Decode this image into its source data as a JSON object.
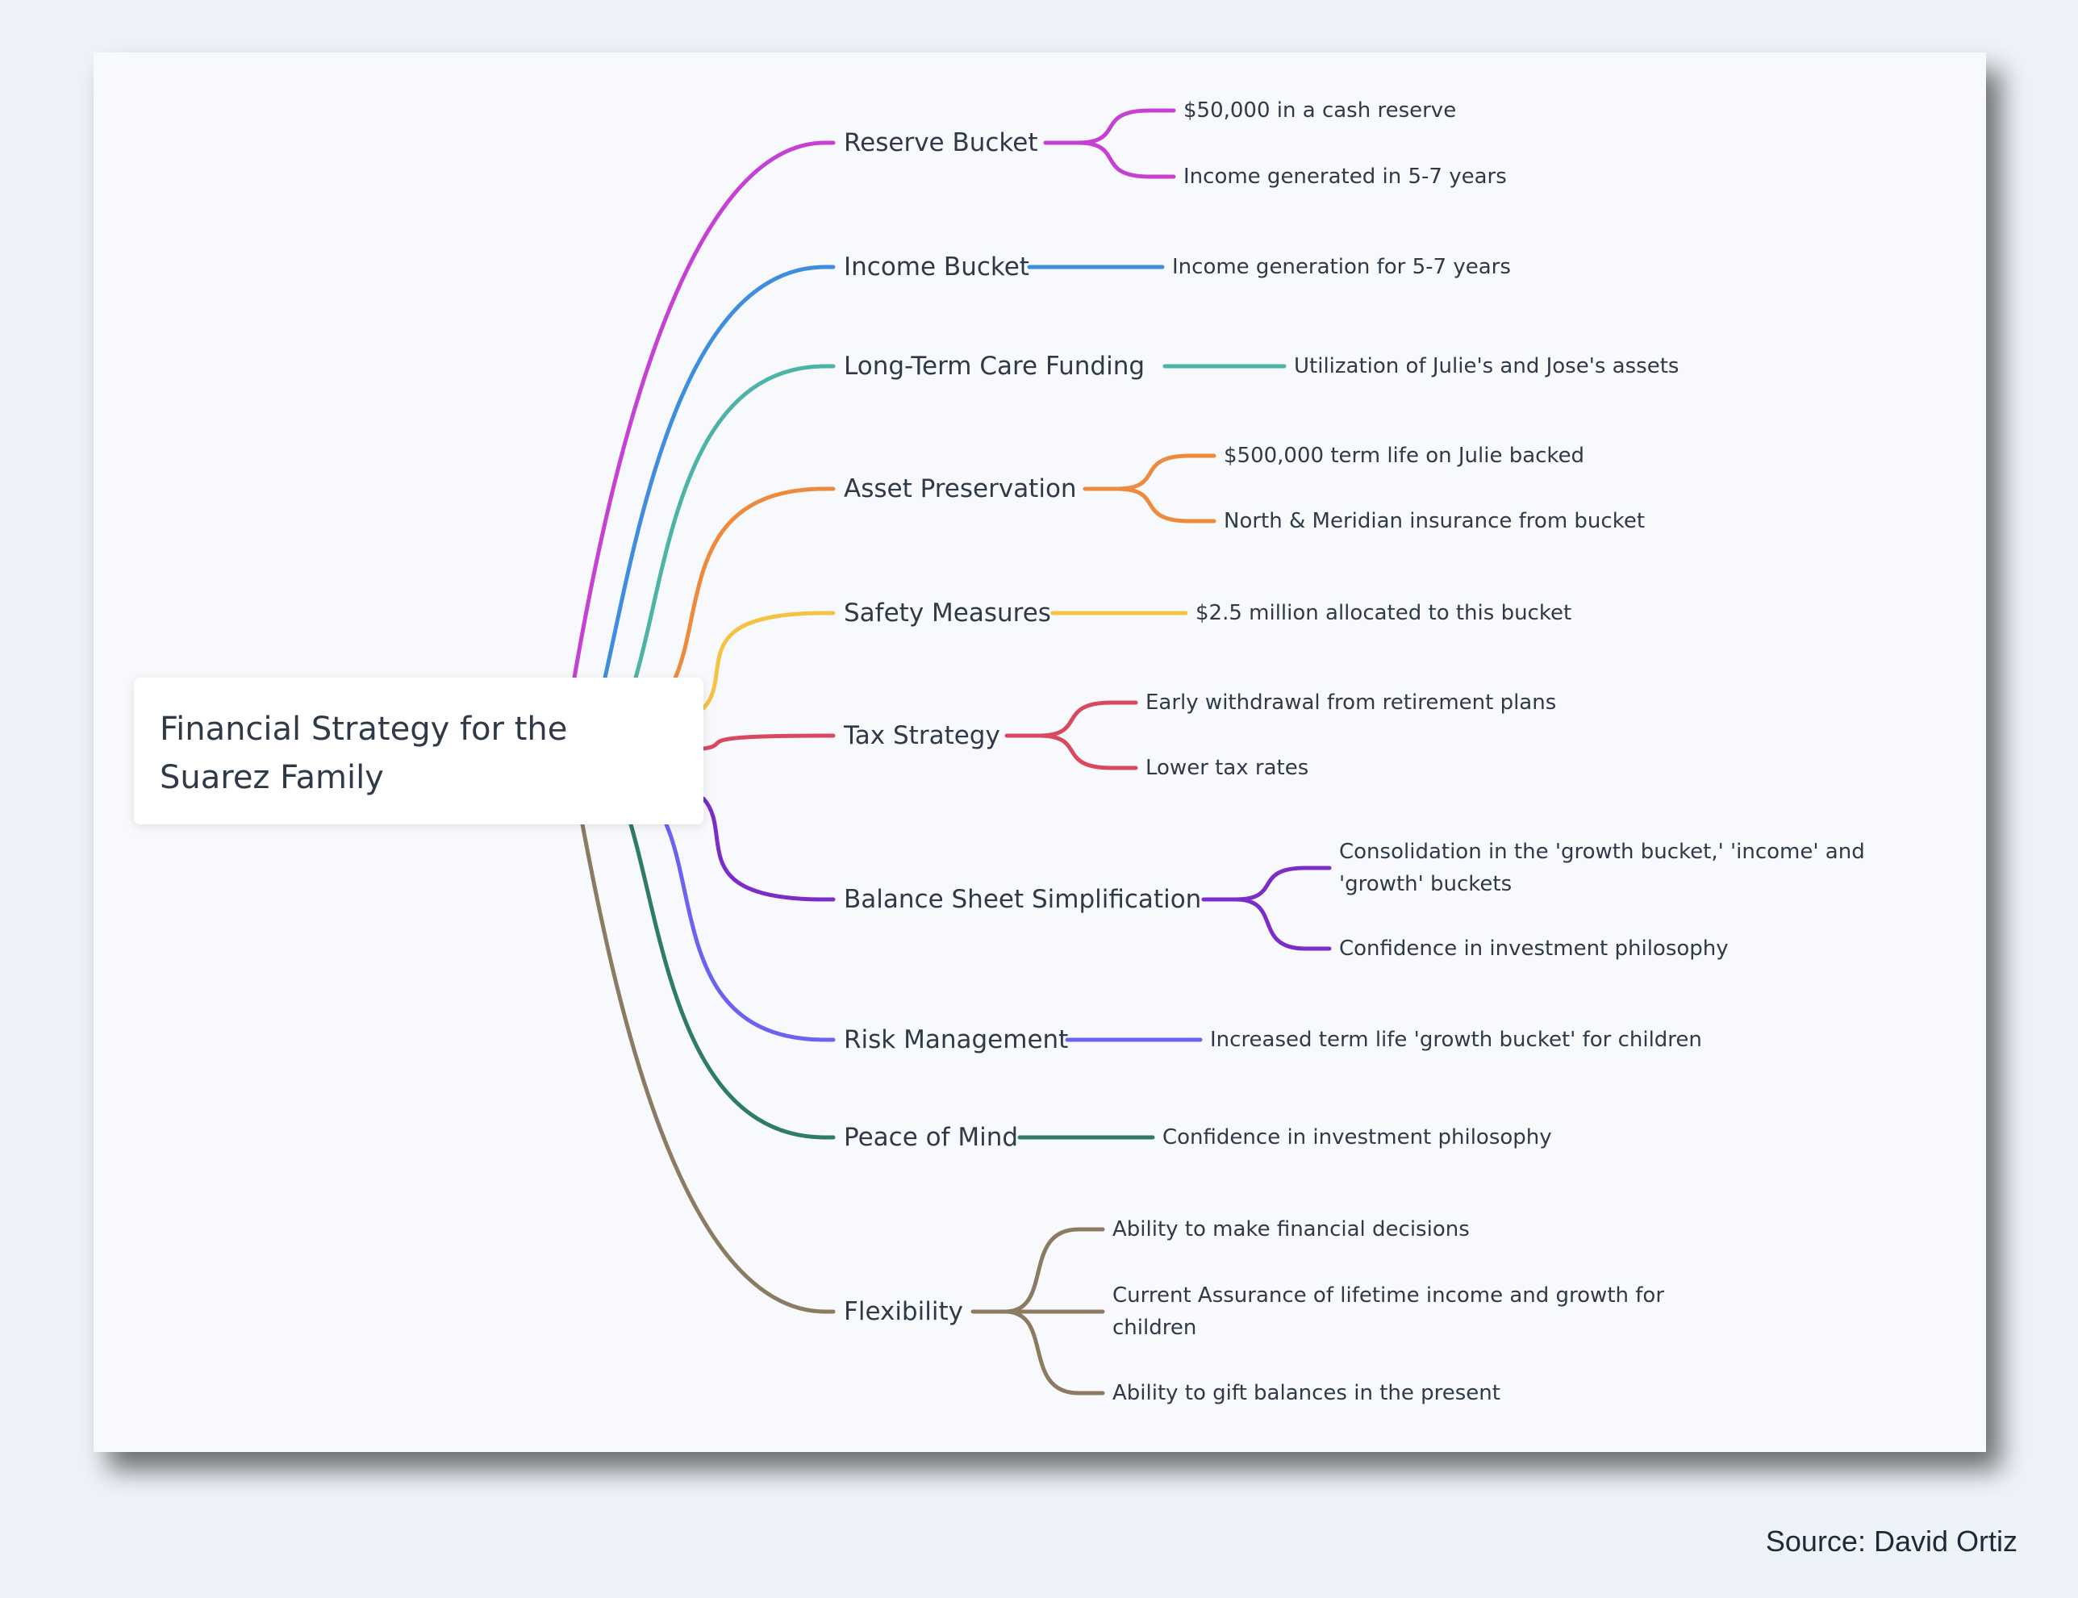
{
  "root": {
    "title": "Financial Strategy for the Suarez Family"
  },
  "branches": [
    {
      "label": "Reserve Bucket",
      "color": "#c540d3",
      "leaves": [
        "$50,000 in a cash reserve",
        "Income generated in 5-7 years"
      ]
    },
    {
      "label": "Income Bucket",
      "color": "#3f8ede",
      "leaves": [
        "Income generation for 5-7 years"
      ]
    },
    {
      "label": "Long-Term Care Funding",
      "color": "#4db3a6",
      "leaves": [
        "Utilization of Julie's and Jose's assets"
      ]
    },
    {
      "label": "Asset Preservation",
      "color": "#ef8a3c",
      "leaves": [
        "$500,000 term life on Julie backed",
        "North & Meridian insurance from bucket"
      ]
    },
    {
      "label": "Safety Measures",
      "color": "#f5c344",
      "leaves": [
        "$2.5 million allocated to this bucket"
      ]
    },
    {
      "label": "Tax Strategy",
      "color": "#d9485f",
      "leaves": [
        "Early withdrawal from retirement plans",
        "Lower tax rates"
      ]
    },
    {
      "label": "Balance Sheet Simplification",
      "color": "#7b2cc9",
      "leaves": [
        "Consolidation in the 'growth bucket,' 'income' and 'growth' buckets",
        "Confidence in investment philosophy"
      ]
    },
    {
      "label": "Risk Management",
      "color": "#6b63f0",
      "leaves": [
        "Increased term life 'growth bucket' for children"
      ]
    },
    {
      "label": "Peace of Mind",
      "color": "#2f7a68",
      "leaves": [
        "Confidence in investment philosophy"
      ]
    },
    {
      "label": "Flexibility",
      "color": "#8c7a62",
      "leaves": [
        "Ability to make financial decisions",
        "Current Assurance of lifetime income and growth for children",
        "Ability to gift balances in the present"
      ]
    }
  ],
  "source": "Source: David Ortiz"
}
